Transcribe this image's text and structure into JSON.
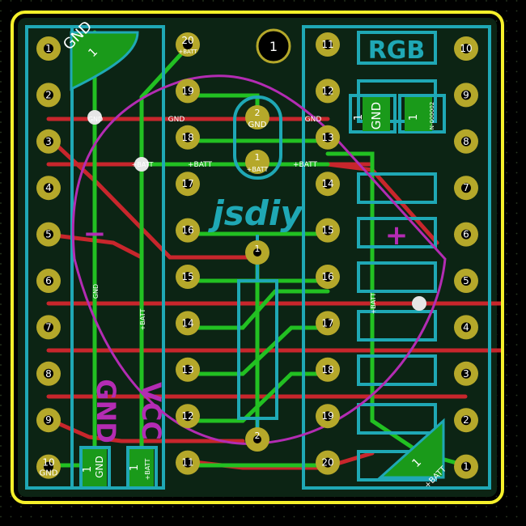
{
  "colors": {
    "background": "#000000",
    "dot_grid": "#2a3320",
    "board_outline": "#f5f02a",
    "ground_fill": "#0d2a16",
    "front_copper": "#c8262c",
    "back_copper": "#22c022",
    "silkscreen": "#1fa8b5",
    "courtyard": "#b32cb3",
    "pad_ring": "#b5a82a",
    "pad_hole": "#000000",
    "smd_pad": "#1a9a1a",
    "label": "#ffffff",
    "via": "#e6e6e6"
  },
  "left_header": {
    "pin_labels": [
      "1",
      "2",
      "3",
      "4",
      "5",
      "6",
      "7",
      "8",
      "9",
      "10"
    ],
    "pin10_net": "GND"
  },
  "right_header": {
    "pin_labels": [
      "10",
      "9",
      "8",
      "7",
      "6",
      "5",
      "4",
      "3",
      "2",
      "1"
    ]
  },
  "chip_left": {
    "pin_labels": [
      "20",
      "19",
      "18",
      "17",
      "16",
      "15",
      "14",
      "13",
      "12",
      "11"
    ],
    "pin20_net": "+BATT"
  },
  "chip_right": {
    "pin_labels": [
      "11",
      "12",
      "13",
      "14",
      "15",
      "16",
      "17",
      "18",
      "19",
      "20"
    ]
  },
  "center_parts": {
    "mount_hole_label": "1",
    "connector_top_pin": "2",
    "connector_top_net": "GND",
    "connector_bottom_pin": "1",
    "connector_bottom_net": "+BATT",
    "resistor_top_pin": "1",
    "resistor_bottom_pin": "2"
  },
  "silk_text": {
    "brand": "jsdiy",
    "rgb_label": "RGB",
    "gnd_corner": "GND",
    "gnd_big": "GND",
    "vcc_big": "VCC",
    "minus": "−",
    "plus": "+",
    "corner_pin": "1"
  },
  "nets": {
    "gnd": "GND",
    "batt": "+BATT"
  },
  "smd": {
    "bl_gnd_pin": "1",
    "bl_gnd_net": "GND",
    "bl_batt_pin": "1",
    "bl_batt_net": "+BATT",
    "tr_gnd_pin": "1",
    "tr_gnd_net": "GND",
    "tr_n_pin": "1",
    "tr_n_net": "N-000002",
    "br_pin": "1",
    "br_net": "+BATT"
  }
}
